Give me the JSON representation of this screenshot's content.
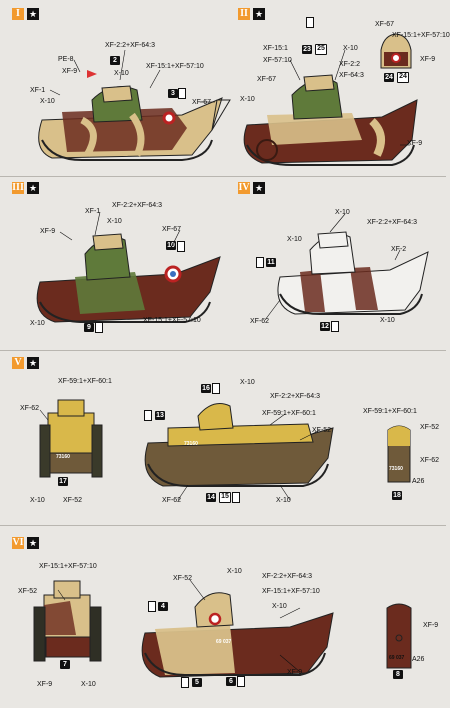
{
  "sections": [
    {
      "roman": "I",
      "labels": [
        "XF-2:2+XF-64:3",
        "PE-8",
        "XF-1",
        "XF-9",
        "X-10",
        "X-10",
        "XF-15:1+XF-57:10",
        "XF-67"
      ],
      "numbers": [
        "2",
        "3"
      ]
    },
    {
      "roman": "II",
      "labels": [
        "XF-15:1",
        "XF-57:10",
        "X-10",
        "XF-2:2",
        "XF-64:3",
        "XF-67",
        "X-10",
        "XF-67",
        "XF-15:1+XF-57:10",
        "XF-9",
        "XF-9"
      ],
      "numbers": [
        "23",
        "25",
        "24",
        "24"
      ]
    },
    {
      "roman": "III",
      "labels": [
        "XF-1",
        "XF-2:2+XF-64:3",
        "XF-9",
        "X-10",
        "XF-67",
        "X-10",
        "XF-15:1+XF-57:10"
      ],
      "numbers": [
        "10",
        "9"
      ]
    },
    {
      "roman": "IV",
      "labels": [
        "X-10",
        "XF-2:2+XF-64:3",
        "X-10",
        "XF-2",
        "XF-62",
        "X-10"
      ],
      "numbers": [
        "11",
        "12"
      ]
    },
    {
      "roman": "V",
      "labels": [
        "XF-59:1+XF-60:1",
        "XF-62",
        "X-10",
        "XF-52",
        "X-10",
        "XF-2:2+XF-64:3",
        "XF-59:1+XF-60:1",
        "XF-52",
        "XF-62",
        "X-10",
        "XF-59:1+XF-60:1",
        "XF-52",
        "XF-62",
        "A26"
      ],
      "numbers": [
        "17",
        "16",
        "13",
        "14",
        "15",
        "18"
      ],
      "serial": "73160"
    },
    {
      "roman": "VI",
      "labels": [
        "XF-15:1+XF-57:10",
        "XF-52",
        "XF-9",
        "X-10",
        "XF-52",
        "X-10",
        "XF-2:2+XF-64:3",
        "XF-15:1+XF-57:10",
        "X-10",
        "XF-9",
        "XF-9",
        "A26"
      ],
      "numbers": [
        "7",
        "4",
        "5",
        "6",
        "8"
      ],
      "serial": "69 037"
    }
  ],
  "colors": {
    "accent_orange": "#f29a2e",
    "brown": "#6b2b1e",
    "green": "#5f7a3a",
    "sand": "#d9c08a",
    "yellow": "#d9b84a",
    "white": "#f2f1ee",
    "black": "#111111"
  }
}
